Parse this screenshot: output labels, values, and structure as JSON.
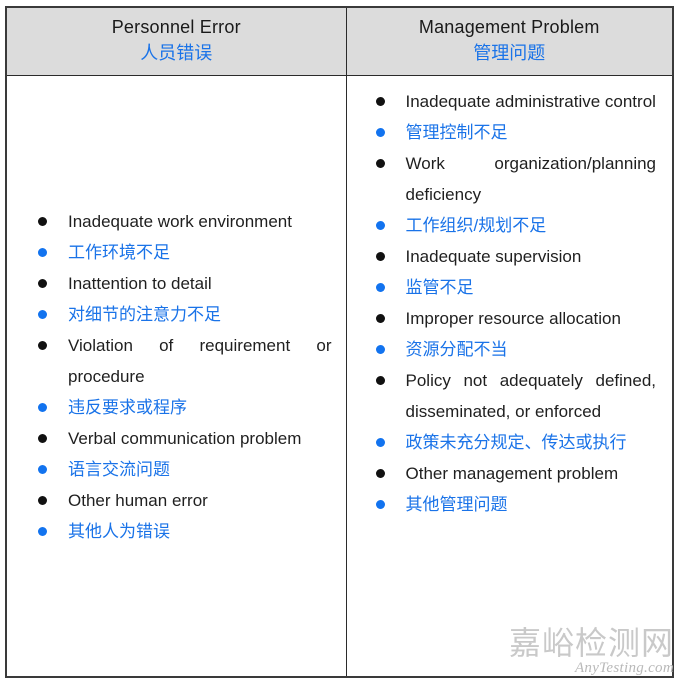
{
  "table": {
    "columns": [
      {
        "id": "personnel-error",
        "header_en": "Personnel Error",
        "header_zh": "人员错误",
        "items": [
          {
            "lang": "en",
            "text": "Inadequate work environment"
          },
          {
            "lang": "zh",
            "text": "工作环境不足"
          },
          {
            "lang": "en",
            "text": "Inattention to detail"
          },
          {
            "lang": "zh",
            "text": "对细节的注意力不足"
          },
          {
            "lang": "en",
            "text": "Violation of requirement or procedure"
          },
          {
            "lang": "zh",
            "text": "违反要求或程序"
          },
          {
            "lang": "en",
            "text": "Verbal communication problem"
          },
          {
            "lang": "zh",
            "text": "语言交流问题"
          },
          {
            "lang": "en",
            "text": "Other human error"
          },
          {
            "lang": "zh",
            "text": "其他人为错误"
          }
        ]
      },
      {
        "id": "management-problem",
        "header_en": "Management Problem",
        "header_zh": "管理问题",
        "items": [
          {
            "lang": "en",
            "text": "Inadequate administrative control"
          },
          {
            "lang": "zh",
            "text": "管理控制不足"
          },
          {
            "lang": "en",
            "text": "Work organization/planning deficiency"
          },
          {
            "lang": "zh",
            "text": "工作组织/规划不足"
          },
          {
            "lang": "en",
            "text": "Inadequate supervision"
          },
          {
            "lang": "zh",
            "text": "监管不足"
          },
          {
            "lang": "en",
            "text": "Improper resource allocation"
          },
          {
            "lang": "zh",
            "text": "资源分配不当"
          },
          {
            "lang": "en",
            "text": "Policy not adequately defined, disseminated, or enforced"
          },
          {
            "lang": "zh",
            "text": "政策未充分规定、传达或执行"
          },
          {
            "lang": "en",
            "text": "Other management problem"
          },
          {
            "lang": "zh",
            "text": "其他管理问题"
          }
        ]
      }
    ]
  },
  "watermark": {
    "zh": "嘉峪检测网",
    "en": "AnyTesting.com"
  },
  "colors": {
    "chinese_text": "#1a73e8",
    "english_text": "#1f1f1f",
    "header_background": "#dcdcdc",
    "border": "#2b2b2b",
    "watermark": "#c9c9c9"
  }
}
